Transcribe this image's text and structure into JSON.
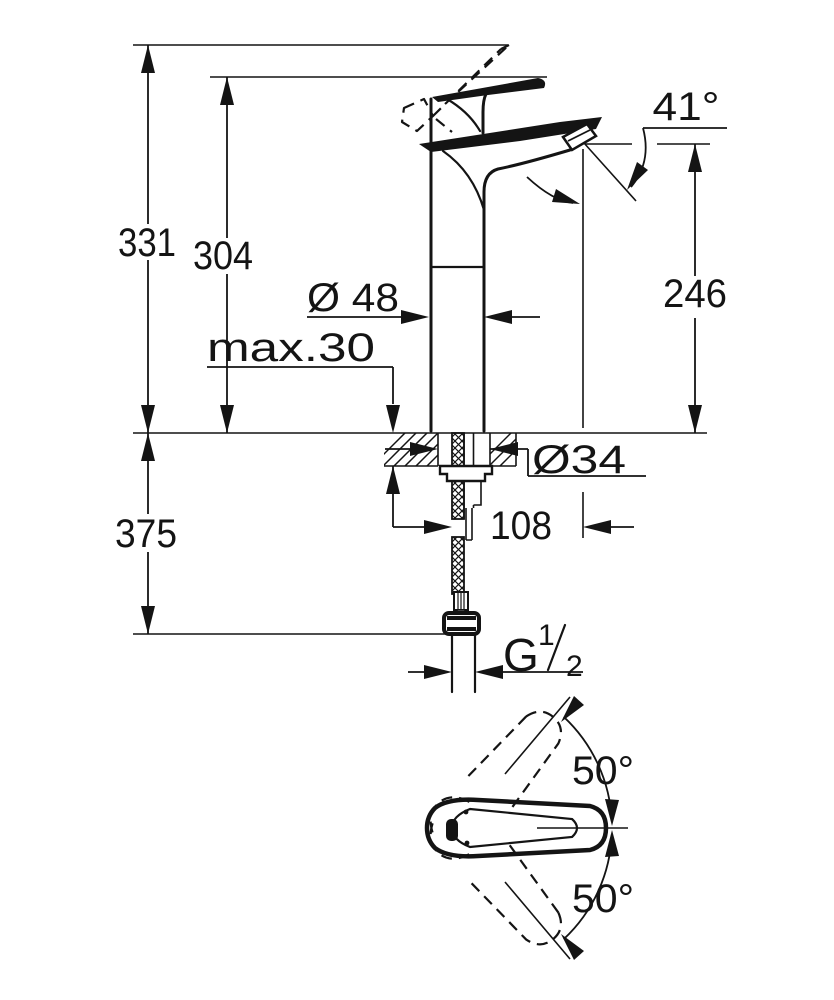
{
  "colors": {
    "line": "#141414",
    "background": "#ffffff"
  },
  "side_view": {
    "dims": {
      "total_height": "331",
      "height_to_spout": "304",
      "depth_below_counter": "375",
      "counter_thickness_max": "max.30",
      "body_diameter": "Ø 48",
      "hole_diameter": "Ø34",
      "spout_reach": "108",
      "aerator_height": "246",
      "aerator_angle": "41°",
      "thread": {
        "value": "G 1/2",
        "letter": "G",
        "numerator": "1",
        "denominator": "2"
      }
    }
  },
  "top_view": {
    "handle_swing_up": "50°",
    "handle_swing_down": "50°"
  }
}
